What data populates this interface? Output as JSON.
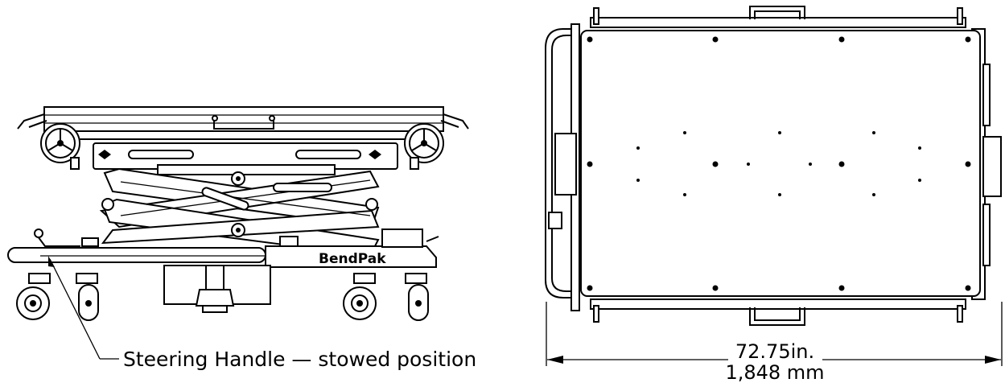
{
  "side_view": {
    "brand_label": "BendPak",
    "callout_label": "Steering Handle — stowed position"
  },
  "top_view": {
    "dimension_imperial": "72.75in.",
    "dimension_metric": "1,848 mm"
  }
}
